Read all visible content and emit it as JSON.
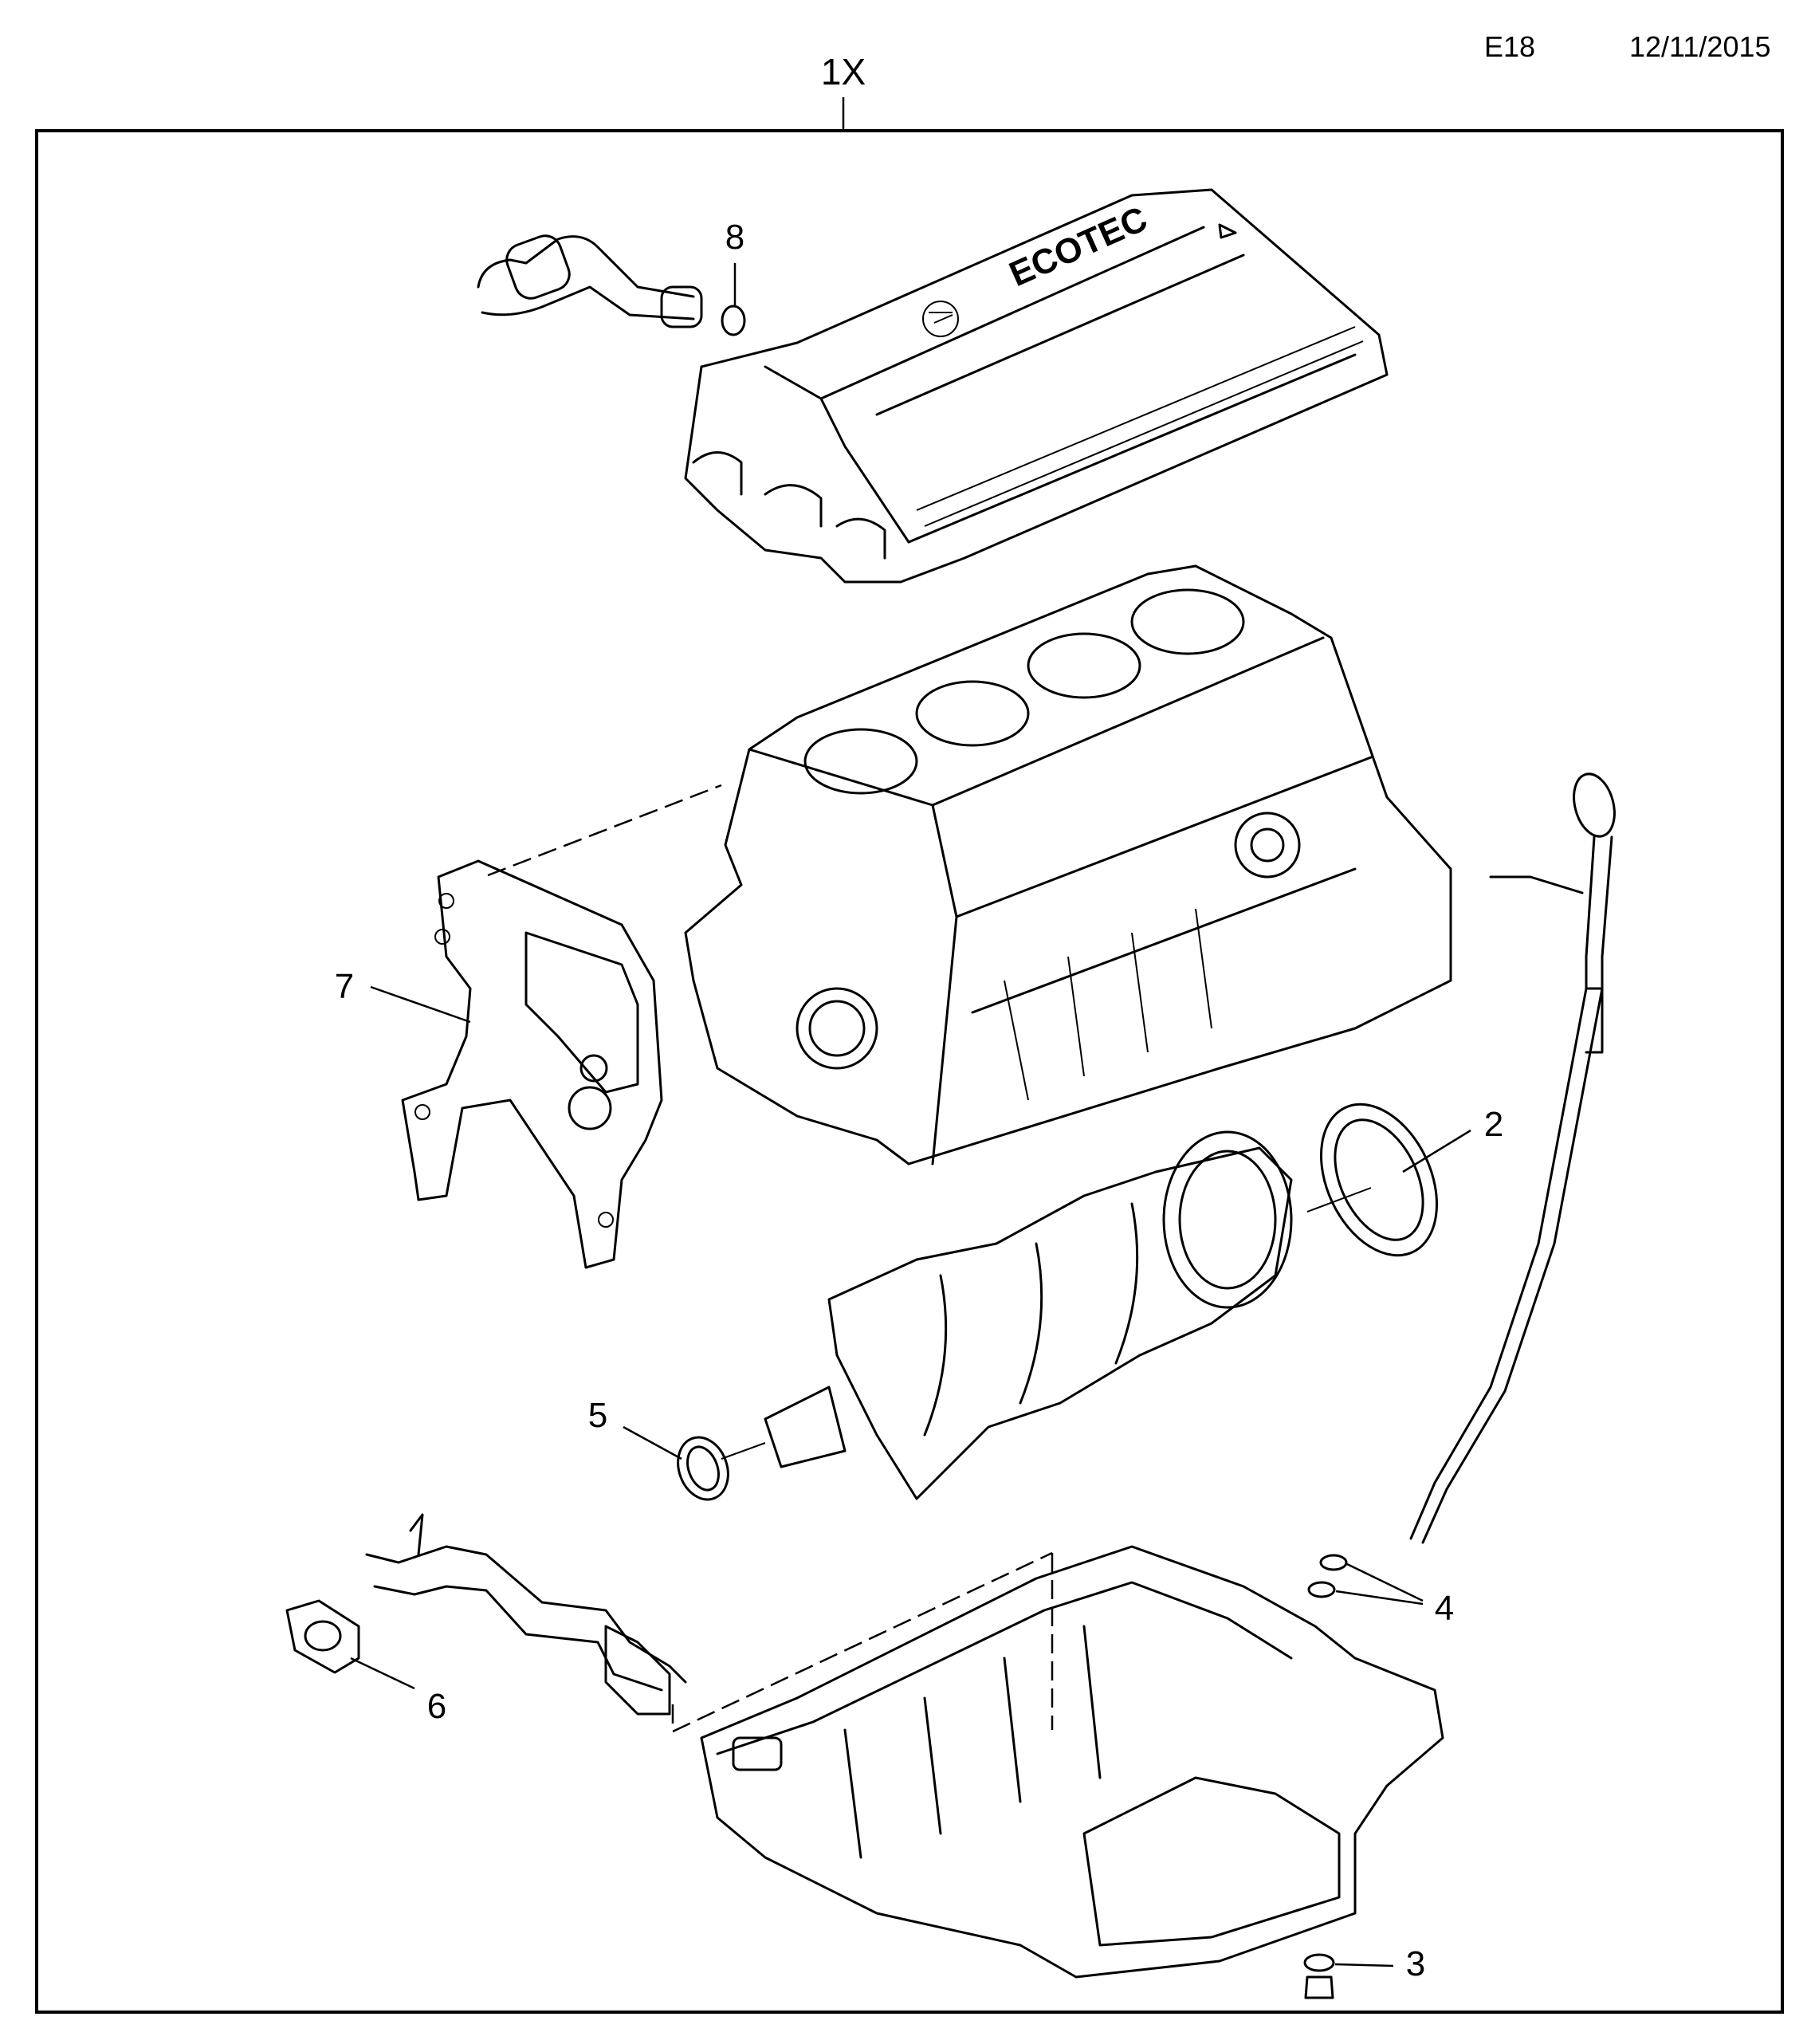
{
  "header": {
    "code": "E18",
    "date": "12/11/2015"
  },
  "assembly_label": "1X",
  "cover_text": "ECOTEC",
  "callouts": {
    "c2": "2",
    "c3": "3",
    "c4": "4",
    "c5": "5",
    "c6": "6",
    "c7": "7",
    "c8": "8"
  }
}
